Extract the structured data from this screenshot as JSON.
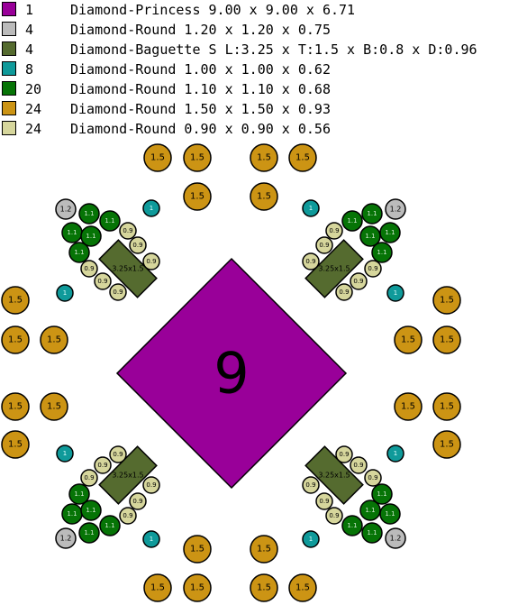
{
  "legend": [
    {
      "qty": "1",
      "description": "Diamond-Princess 9.00 x 9.00 x 6.71",
      "color": "#990099"
    },
    {
      "qty": "4",
      "description": "Diamond-Round 1.20 x 1.20 x 0.75",
      "color": "#bbbbbb"
    },
    {
      "qty": "4",
      "description": "Diamond-Baguette S L:3.25 x T:1.5 x B:0.8 x D:0.96",
      "color": "#556b2f"
    },
    {
      "qty": "8",
      "description": "Diamond-Round 1.00 x 1.00 x 0.62",
      "color": "#0f9a9a"
    },
    {
      "qty": "20",
      "description": "Diamond-Round 1.10 x 1.10 x 0.68",
      "color": "#067406"
    },
    {
      "qty": "24",
      "description": "Diamond-Round 1.50 x 1.50 x 0.93",
      "color": "#cc9414"
    },
    {
      "qty": "24",
      "description": "Diamond-Round 0.90 x 0.90 x 0.56",
      "color": "#d6d69c"
    }
  ],
  "stone_types": {
    "princess": {
      "label": "9",
      "color": "#990099"
    },
    "r12": {
      "label": "1.2",
      "color": "#bbbbbb"
    },
    "baguette": {
      "label": "3.25x1.5",
      "color": "#556b2f"
    },
    "r10": {
      "label": "1",
      "color": "#0f9a9a"
    },
    "r11": {
      "label": "1.1",
      "color": "#067406"
    },
    "r15": {
      "label": "1.5",
      "color": "#cc9414"
    },
    "r09": {
      "label": "0.9",
      "color": "#d6d69c"
    }
  }
}
